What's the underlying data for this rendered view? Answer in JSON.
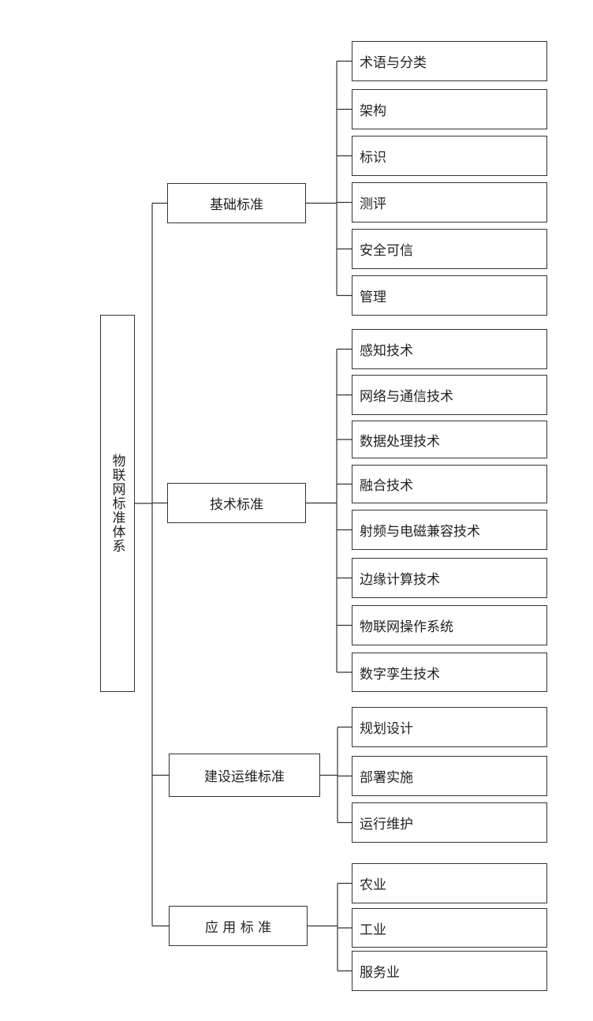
{
  "diagram": {
    "root": "物联网标准体系",
    "categories": [
      {
        "label": "基础标准",
        "children": [
          "术语与分类",
          "架构",
          "标识",
          "测评",
          "安全可信",
          "管理"
        ]
      },
      {
        "label": "技术标准",
        "children": [
          "感知技术",
          "网络与通信技术",
          "数据处理技术",
          "融合技术",
          "射频与电磁兼容技术",
          "边缘计算技术",
          "物联网操作系统",
          "数字孪生技术"
        ]
      },
      {
        "label": "建设运维标准",
        "children": [
          "规划设计",
          "部署实施",
          "运行维护"
        ]
      },
      {
        "label": "应 用 标 准",
        "children": [
          "农业",
          "工业",
          "服务业"
        ]
      }
    ]
  },
  "style": {
    "line_color": "#333333",
    "box_border_color": "#333333",
    "text_color": "#222222"
  }
}
